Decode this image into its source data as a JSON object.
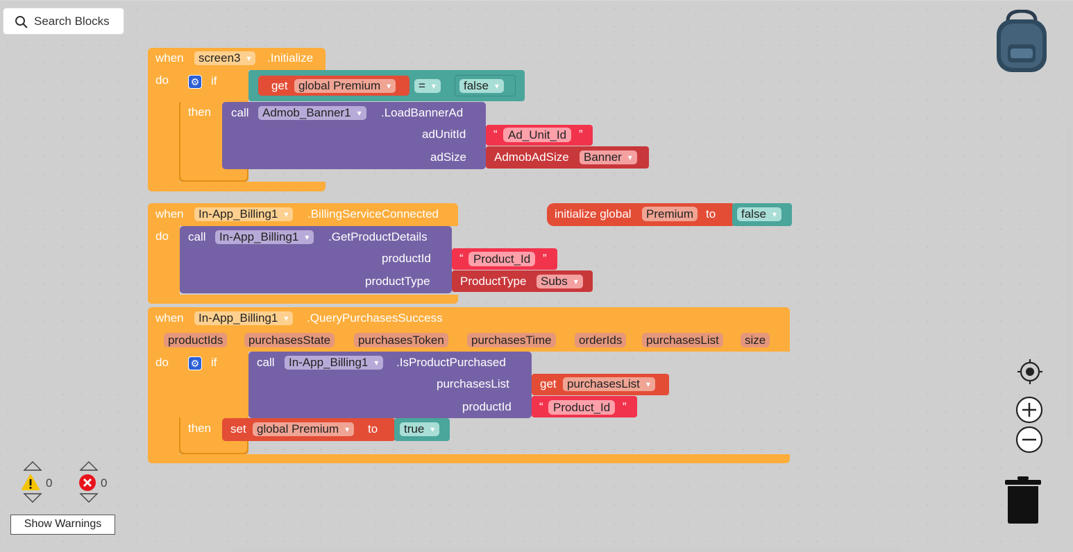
{
  "toolbar": {
    "search_label": "Search Blocks"
  },
  "block1": {
    "when": "when",
    "component": "screen3",
    "event": ".Initialize",
    "do": "do",
    "if": "if",
    "then": "then",
    "get": "get",
    "var": "global Premium",
    "op": "=",
    "false_val": "false",
    "call": "call",
    "call_component": "Admob_Banner1",
    "method": ".LoadBannerAd",
    "arg1": "adUnitId",
    "arg1_value": "Ad_Unit_Id",
    "arg2": "adSize",
    "arg2_type": "AdmobAdSize",
    "arg2_value": "Banner"
  },
  "block2": {
    "when": "when",
    "component": "In-App_Billing1",
    "event": ".BillingServiceConnected",
    "do": "do",
    "call": "call",
    "call_component": "In-App_Billing1",
    "method": ".GetProductDetails",
    "arg1": "productId",
    "arg1_value": "Product_Id",
    "arg2": "productType",
    "arg2_type": "ProductType",
    "arg2_value": "Subs"
  },
  "global_init": {
    "label": "initialize global",
    "name": "Premium",
    "to": "to",
    "value": "false"
  },
  "block3": {
    "when": "when",
    "component": "In-App_Billing1",
    "event": ".QueryPurchasesSuccess",
    "params": [
      "productIds",
      "purchasesState",
      "purchasesToken",
      "purchasesTime",
      "orderIds",
      "purchasesList",
      "size"
    ],
    "do": "do",
    "if": "if",
    "then": "then",
    "call": "call",
    "call_component": "In-App_Billing1",
    "method": ".IsProductPurchased",
    "arg1": "purchasesList",
    "arg1_get": "get",
    "arg1_value": "purchasesList",
    "arg2": "productId",
    "arg2_value": "Product_Id",
    "set": "set",
    "set_var": "global Premium",
    "to": "to",
    "true_val": "true"
  },
  "status": {
    "warnings": "0",
    "errors": "0",
    "show_warnings": "Show Warnings"
  },
  "quote_open": "“",
  "quote_close": "”"
}
